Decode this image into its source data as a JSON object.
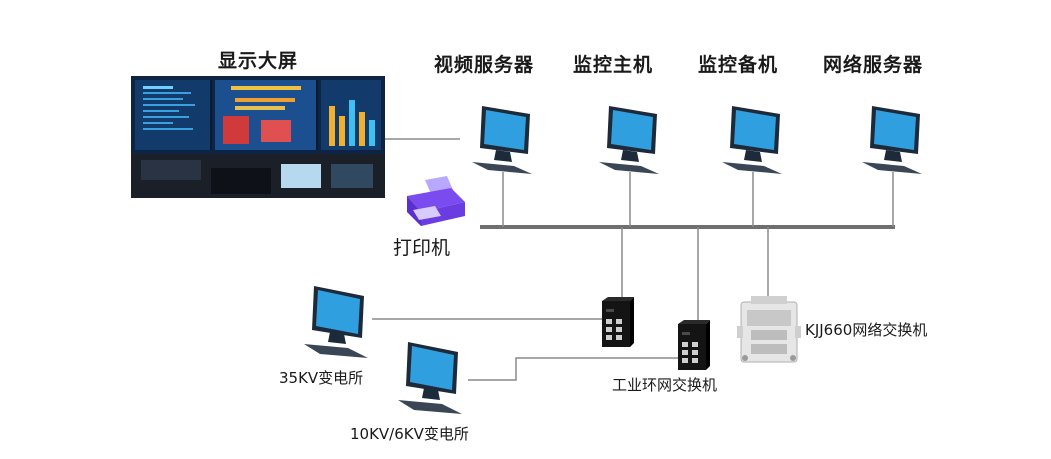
{
  "diagram": {
    "nodes": {
      "display_wall": "显示大屏",
      "video_server": "视频服务器",
      "monitor_host": "监控主机",
      "monitor_backup": "监控备机",
      "network_server": "网络服务器",
      "printer": "打印机",
      "kjj660_switch": "KJJ660网络交换机",
      "ring_switch": "工业环网交换机",
      "substation_35kv": "35KV变电所",
      "substation_10kv": "10KV/6KV变电所"
    },
    "colors": {
      "line": "#7a7a7a",
      "bus": "#6f6f6f",
      "monitor_frame": "#1d2a3a",
      "monitor_screen": "#2f9fdf",
      "printer": "#7a4cf0",
      "switch_body": "#141414"
    }
  }
}
